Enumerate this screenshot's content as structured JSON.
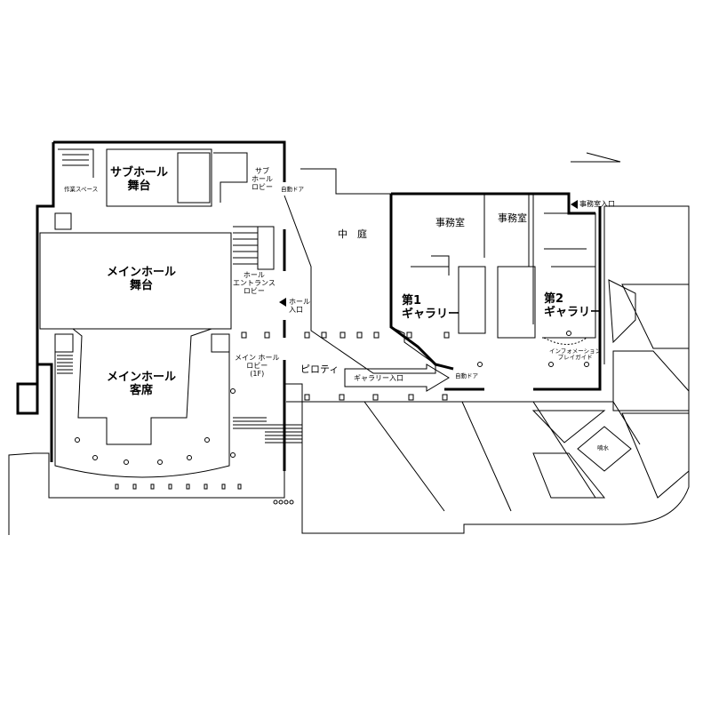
{
  "labels": {
    "sub_hall_stage": [
      "サブホール",
      "舞台"
    ],
    "sub_hall_lobby": [
      "サブ",
      "ホール",
      "ロビー"
    ],
    "work_space": "作業スペース",
    "auto_door_1": "自動ドア",
    "main_hall_stage": [
      "メインホール",
      "舞台"
    ],
    "hall_entrance_lobby": [
      "ホール",
      "エントランス",
      "ロビー"
    ],
    "hall_entrance": [
      "ホール",
      "入口"
    ],
    "main_hall_seats": [
      "メインホール",
      "客席"
    ],
    "main_hall_lobby": [
      "メイン ホール",
      "ロビー",
      "(1F)"
    ],
    "piloti": "ピロティ",
    "courtyard": "中　庭",
    "office_1": "事務室",
    "office_2": "事務室",
    "office_entrance": "事務室入口",
    "gallery_1": [
      "第1",
      "ギャラリー"
    ],
    "gallery_2": [
      "第2",
      "ギャラリー"
    ],
    "info_playguide": [
      "インフォメーション",
      "プレイガイド"
    ],
    "gallery_entrance": "ギャラリー入口",
    "auto_door_2": "自動ドア",
    "fountain": "噴水"
  },
  "colors": {
    "line": "#000000",
    "background": "#ffffff"
  }
}
